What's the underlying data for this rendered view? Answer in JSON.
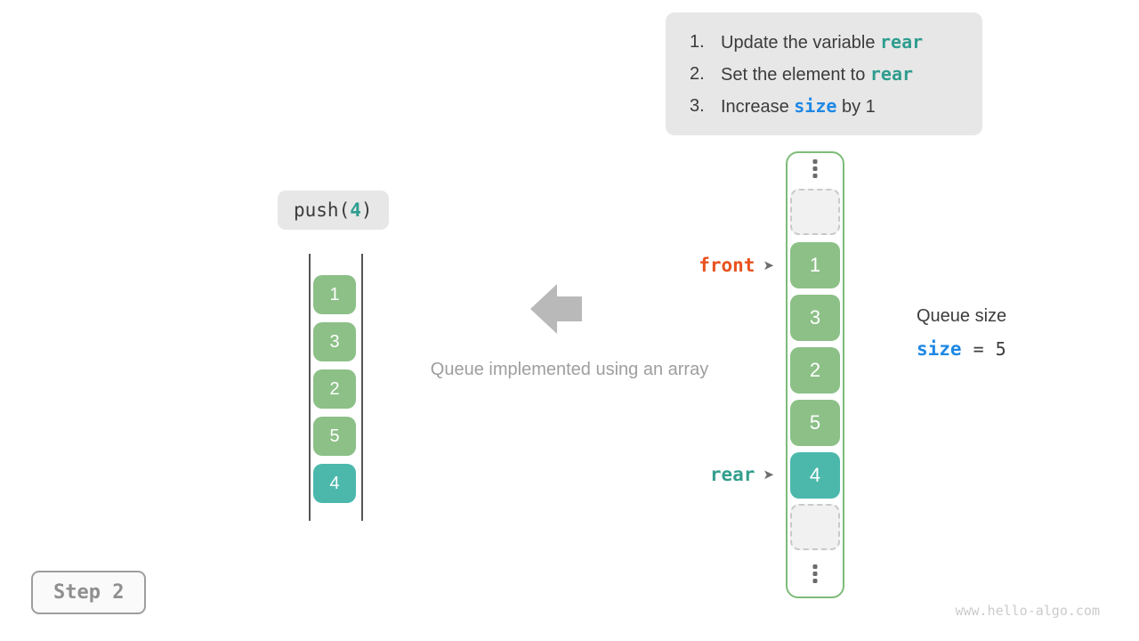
{
  "colors": {
    "cell_green": "#8cc087",
    "cell_teal": "#4cb8ac",
    "code_teal": "#2e9d8f",
    "code_blue": "#1e88e5",
    "front_orange": "#e8521e",
    "rear_teal": "#339e8d",
    "chip_bg": "#e7e7e7",
    "muted_gray": "#9e9e9e",
    "array_border_green": "#7dbc78"
  },
  "icons": {
    "pointer_arrow": "➤"
  },
  "instructions": {
    "items": [
      {
        "num": "1.",
        "pre": "Update the variable ",
        "code": "rear",
        "post": "",
        "code_color": "teal"
      },
      {
        "num": "2.",
        "pre": "Set the element to ",
        "code": "rear",
        "post": "",
        "code_color": "teal"
      },
      {
        "num": "3.",
        "pre": "Increase ",
        "code": "size",
        "post": " by 1",
        "code_color": "blue"
      }
    ]
  },
  "operation": {
    "prefix": "push(",
    "arg": "4",
    "suffix": ")"
  },
  "left_stack": {
    "boxes": [
      {
        "value": "1",
        "type": "green"
      },
      {
        "value": "3",
        "type": "green"
      },
      {
        "value": "2",
        "type": "green"
      },
      {
        "value": "5",
        "type": "green"
      },
      {
        "value": "4",
        "type": "teal"
      }
    ]
  },
  "caption": "Queue implemented using an array",
  "array": {
    "front_label": "front",
    "rear_label": "rear",
    "cells": [
      {
        "value": "1",
        "type": "green"
      },
      {
        "value": "3",
        "type": "green"
      },
      {
        "value": "2",
        "type": "green"
      },
      {
        "value": "5",
        "type": "green"
      },
      {
        "value": "4",
        "type": "teal"
      }
    ]
  },
  "queue_size": {
    "title": "Queue size",
    "var": "size",
    "equals": "=",
    "value": "5"
  },
  "step": {
    "label": "Step 2"
  },
  "watermark": "www.hello-algo.com"
}
